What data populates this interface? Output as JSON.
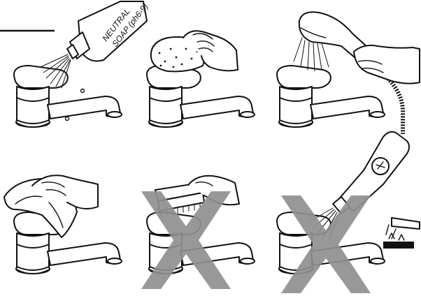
{
  "soap_label": {
    "line1": "NEUTRAL",
    "line2": "SOAP (ph6-9)"
  },
  "colors": {
    "ink": "#111111",
    "cross": "#8f8f8f",
    "background": "#ffffff"
  },
  "panels": [
    {
      "id": "neutral-soap",
      "allowed": true
    },
    {
      "id": "sponge-wipe",
      "allowed": true
    },
    {
      "id": "rinse-with-shower",
      "allowed": true
    },
    {
      "id": "dry-with-cloth",
      "allowed": true
    },
    {
      "id": "no-hard-brush",
      "allowed": false
    },
    {
      "id": "no-aggressive-chemicals",
      "allowed": false
    }
  ]
}
